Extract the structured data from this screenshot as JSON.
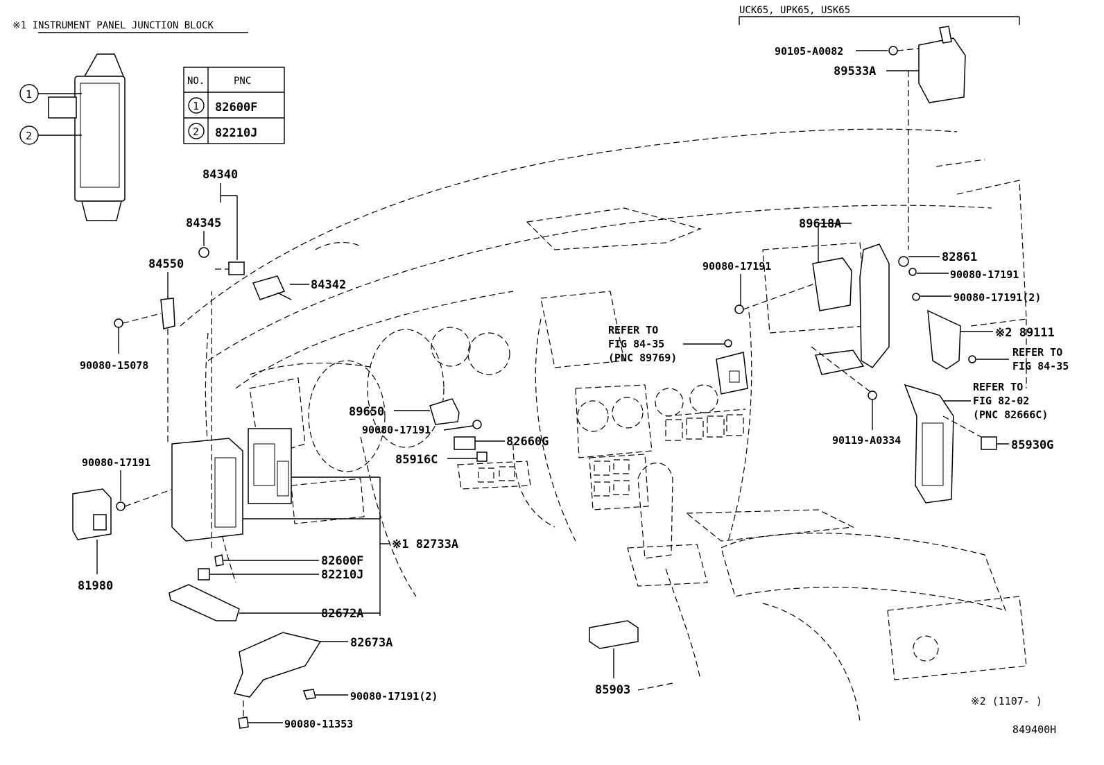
{
  "notes": {
    "jb_title": "※1 INSTRUMENT PANEL JUNCTION BLOCK",
    "models": "UCK65, UPK65, USK65",
    "marker2_date": "※2 (1107-      )",
    "figure_id": "849400H"
  },
  "pnc_table": {
    "header_no": "NO.",
    "header_pnc": "PNC",
    "rows": [
      {
        "no": "1",
        "pnc": "82600F"
      },
      {
        "no": "2",
        "pnc": "82210J"
      }
    ]
  },
  "callouts": {
    "c1": "1",
    "c2": "2"
  },
  "parts": {
    "p84340": "84340",
    "p84345": "84345",
    "p84550": "84550",
    "p84342": "84342",
    "p90080_15078": "90080-15078",
    "p90080_17191_a": "90080-17191",
    "p81980": "81980",
    "p89650": "89650",
    "p90080_17191_b": "90080-17191",
    "p82660g": "82660G",
    "p85916c": "85916C",
    "p82733a": "※1 82733A",
    "p82600f": "82600F",
    "p82210j": "82210J",
    "p82672a": "82672A",
    "p82673a": "82673A",
    "p90080_17191_2a": "90080-17191(2)",
    "p90080_11353": "90080-11353",
    "p85903": "85903",
    "p90105": "90105-A0082",
    "p89533a": "89533A",
    "p89618a": "89618A",
    "p82861": "82861",
    "p90080_17191_c": "90080-17191",
    "p90080_17191_d": "90080-17191",
    "p90080_17191_2b": "90080-17191(2)",
    "p89111": "※2 89111",
    "p90119": "90119-A0334",
    "p85930g": "85930G"
  },
  "refs": {
    "r1_line1": "REFER TO",
    "r1_line2": "FIG 84-35",
    "r1_line3": "(PNC 89769)",
    "r2_line1": "REFER TO",
    "r2_line2": "FIG 84-35",
    "r3_line1": "REFER TO",
    "r3_line2": "FIG 82-02",
    "r3_line3": "(PNC 82666C)"
  }
}
